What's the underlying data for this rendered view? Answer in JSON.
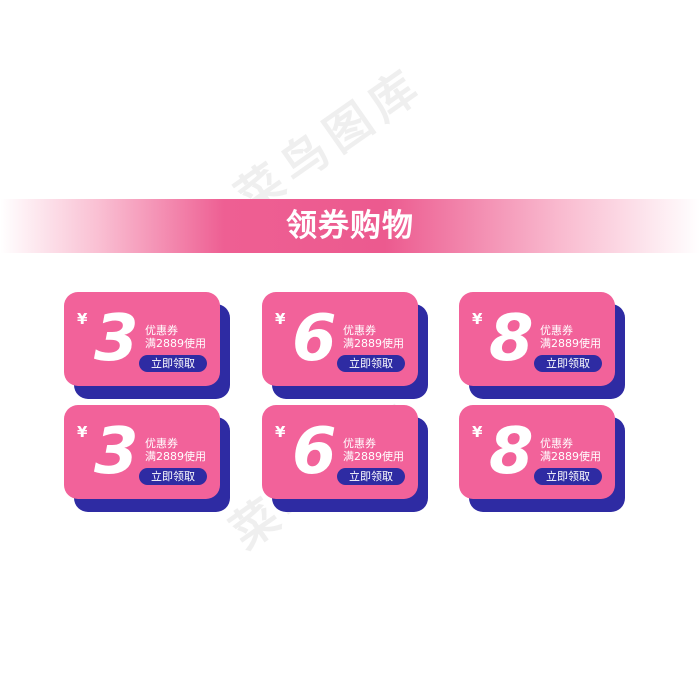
{
  "watermark": {
    "text": "菜鸟图库"
  },
  "banner": {
    "title": "领券购物"
  },
  "coupons": [
    {
      "currency": "¥",
      "amount": "3",
      "label": "优惠券",
      "condition": "满2889使用",
      "button": "立即领取"
    },
    {
      "currency": "¥",
      "amount": "6",
      "label": "优惠券",
      "condition": "满2889使用",
      "button": "立即领取"
    },
    {
      "currency": "¥",
      "amount": "8",
      "label": "优惠券",
      "condition": "满2889使用",
      "button": "立即领取"
    },
    {
      "currency": "¥",
      "amount": "3",
      "label": "优惠券",
      "condition": "满2889使用",
      "button": "立即领取"
    },
    {
      "currency": "¥",
      "amount": "6",
      "label": "优惠券",
      "condition": "满2889使用",
      "button": "立即领取"
    },
    {
      "currency": "¥",
      "amount": "8",
      "label": "优惠券",
      "condition": "满2889使用",
      "button": "立即领取"
    }
  ],
  "colors": {
    "card": "#f2629a",
    "shadow": "#2e2ba3",
    "banner": "#ec5a8f",
    "text": "#ffffff"
  }
}
